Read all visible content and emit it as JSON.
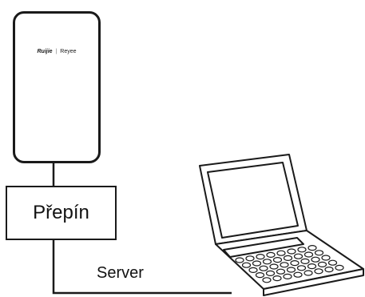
{
  "access_point": {
    "brand": "Ruijie",
    "separator": "|",
    "product_line": "Reyee",
    "icon": "access-point-icon"
  },
  "switch": {
    "label": "Přepín"
  },
  "link": {
    "label": "Server"
  },
  "laptop": {
    "icon": "laptop-icon"
  }
}
